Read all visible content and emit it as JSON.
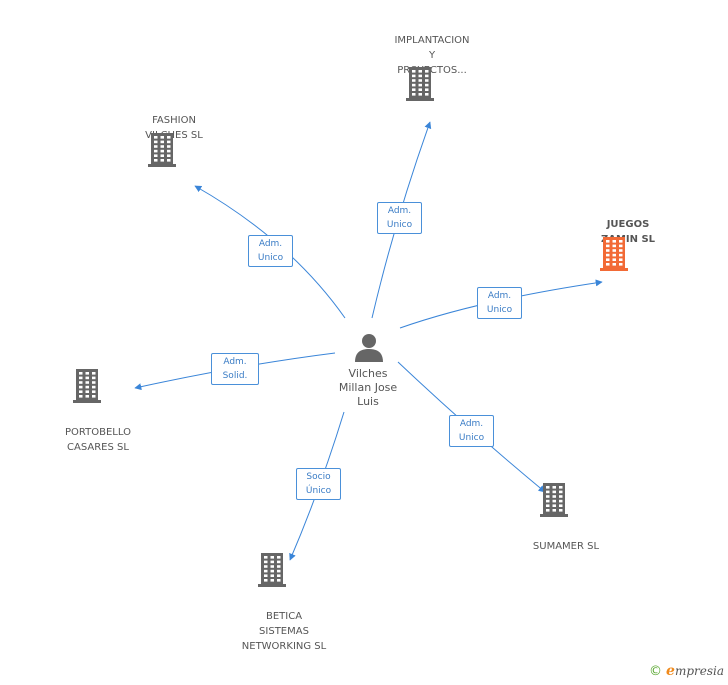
{
  "person": {
    "label": "Vilches\nMillan Jose\nLuis"
  },
  "companies": [
    {
      "id": "implantacion",
      "label": "IMPLANTACION\nY\nPROYECTOS...",
      "color": "#666666",
      "highlight": false
    },
    {
      "id": "fashion",
      "label": "FASHION\nVILCHES SL",
      "color": "#666666",
      "highlight": false
    },
    {
      "id": "juegos",
      "label": "JUEGOS\nZAMIN SL",
      "color": "#f26a36",
      "highlight": true
    },
    {
      "id": "portobello",
      "label": "PORTOBELLO\nCASARES SL",
      "color": "#666666",
      "highlight": false
    },
    {
      "id": "sumamer",
      "label": "SUMAMER  SL",
      "color": "#666666",
      "highlight": false
    },
    {
      "id": "betica",
      "label": "BETICA\nSISTEMAS\nNETWORKING SL",
      "color": "#666666",
      "highlight": false
    }
  ],
  "relations": [
    {
      "to": "implantacion",
      "label": "Adm.\nUnico"
    },
    {
      "to": "fashion",
      "label": "Adm.\nUnico"
    },
    {
      "to": "juegos",
      "label": "Adm.\nUnico"
    },
    {
      "to": "portobello",
      "label": "Adm.\nSolid."
    },
    {
      "to": "sumamer",
      "label": "Adm.\nUnico"
    },
    {
      "to": "betica",
      "label": "Socio\nÚnico"
    }
  ],
  "colors": {
    "edge": "#3a85d8",
    "person": "#666666"
  },
  "footer": {
    "copyright": "©",
    "brand_e": "e",
    "brand_rest": "mpresia"
  }
}
